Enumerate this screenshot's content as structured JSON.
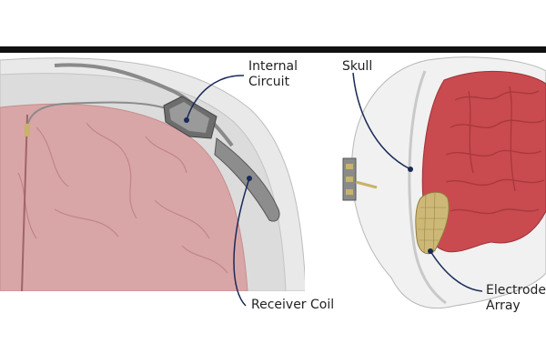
{
  "figure": {
    "labels": {
      "internal_circuit_line1": "Internal",
      "internal_circuit_line2": "Circuit",
      "skull": "Skull",
      "receiver_coil": "Receiver Coil",
      "electrode_array_line1": "Electrode",
      "electrode_array_line2": "Array"
    }
  },
  "colors": {
    "top_bar": "#111111",
    "callout_line": "#1a2a57",
    "brain": "#c94b4f",
    "skull": "#ececec",
    "implant": "#7a7a7a",
    "electrode": "#c9b26a"
  }
}
